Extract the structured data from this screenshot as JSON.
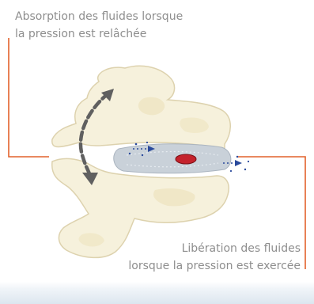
{
  "captions": {
    "absorption_line1": "Absorption des fluides lorsque",
    "absorption_line2": "la pression est relâchée",
    "release_line1": "Libération des fluides",
    "release_line2": "lorsque la pression est exercée"
  },
  "colors": {
    "callout_line": "#e2622c",
    "caption_text": "#8e8e8e",
    "bone_fill": "#f6f1dc",
    "bone_stroke": "#ddd2ae",
    "disc_fill": "#c9d1d9",
    "nucleus": "#c4222c",
    "arrow": "#606060",
    "fluid": "#2a4a9c"
  },
  "icons": {
    "rotation_arrow": "curved-double-arrow-icon",
    "fluid_flow": "dotted-arrow-icon"
  }
}
